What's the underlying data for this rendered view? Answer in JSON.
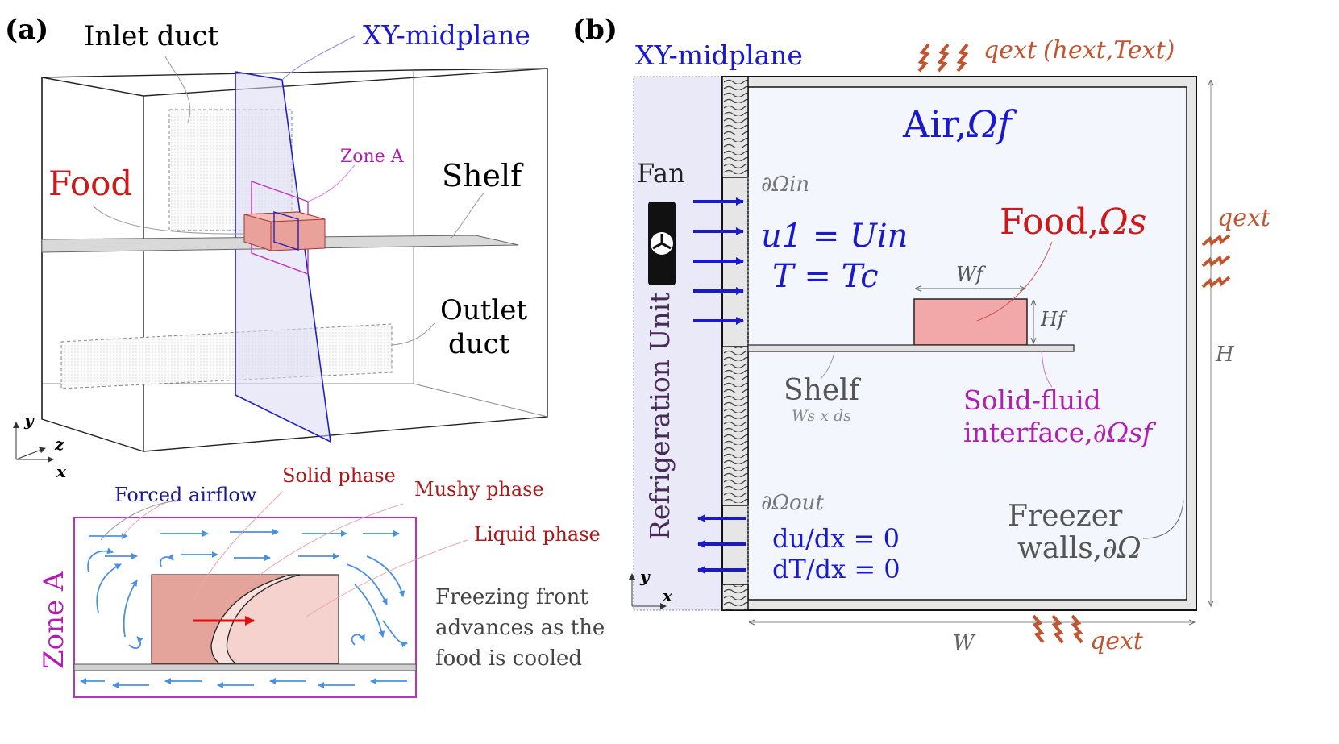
{
  "panel_a": {
    "label": "(a)",
    "inlet_duct": "Inlet duct",
    "xy_midplane": "XY-midplane",
    "zone_a": "Zone A",
    "food": "Food",
    "shelf": "Shelf",
    "outlet_duct_line1": "Outlet",
    "outlet_duct_line2": "duct",
    "axis_y": "y",
    "axis_z": "z",
    "axis_x": "x"
  },
  "zone_a_detail": {
    "title": "Zone A",
    "forced_airflow": "Forced airflow",
    "solid_phase": "Solid phase",
    "mushy_phase": "Mushy phase",
    "liquid_phase": "Liquid phase",
    "caption_line1": "Freezing front",
    "caption_line2": "advances as the",
    "caption_line3": "food is cooled"
  },
  "panel_b": {
    "label": "(b)",
    "xy_midplane": "XY-midplane",
    "qext_top": "qext",
    "qext_top_params": "(hext,Text)",
    "air": "Air,",
    "air_symbol": "Ωf",
    "fan": "Fan",
    "inlet_boundary": "∂Ωin",
    "inlet_bc_u": "u1 = Uin",
    "inlet_bc_t": "T = Tc",
    "food": "Food,",
    "food_symbol": "Ωs",
    "wf": "Wf",
    "hf": "Hf",
    "shelf": "Shelf",
    "shelf_dims": "Ws x ds",
    "interface_line1": "Solid-fluid",
    "interface_line2": "interface,",
    "interface_symbol": "∂Ωsf",
    "refrigeration_unit": "Refrigeration Unit",
    "outlet_boundary": "∂Ωout",
    "outlet_bc_u": "du/dx = 0",
    "outlet_bc_t": "dT/dx = 0",
    "freezer_walls_line1": "Freezer",
    "freezer_walls_line2": "walls,",
    "freezer_walls_symbol": "∂Ω",
    "qext_right": "qext",
    "qext_bottom": "qext",
    "height": "H",
    "width": "W",
    "axis_y": "y",
    "axis_x": "x"
  },
  "colors": {
    "blue": "#1a1acc",
    "red": "#cc1a1a",
    "magenta": "#b020b0",
    "gray": "#555555",
    "heat": "#c05530",
    "air_fill": "#f3f7fd",
    "food_fill": "#f2a8a8",
    "plane_fill": "#d8d8f4",
    "flow": "#4a90e2"
  }
}
